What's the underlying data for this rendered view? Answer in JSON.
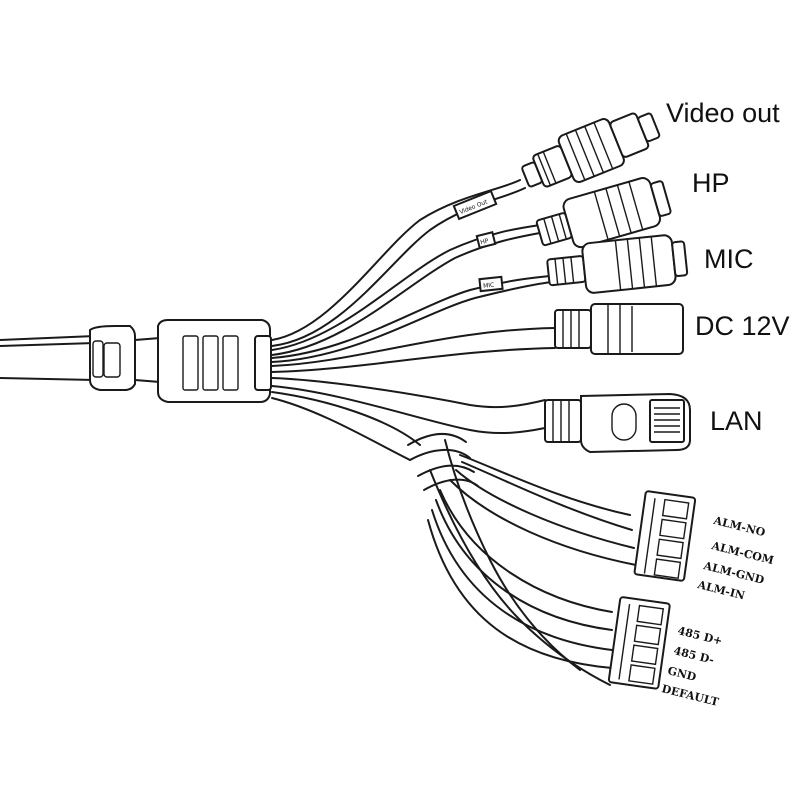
{
  "labels": {
    "video_out": "Video out",
    "hp": "HP",
    "mic": "MIC",
    "dc12v": "DC 12V",
    "lan": "LAN",
    "alm_no": "ALM-NO",
    "alm_com": "ALM-COM",
    "alm_gnd": "ALM-GND",
    "alm_in": "ALM-IN",
    "rs485_plus": "485 D+",
    "rs485_minus": "485 D-",
    "gnd": "GND",
    "default": "DEFAULT"
  },
  "tags": {
    "video_tag": "Video Out",
    "hp_tag": "HP",
    "mic_tag": "MIC"
  },
  "colors": {
    "line": "#1a1a1a",
    "background": "#ffffff"
  }
}
